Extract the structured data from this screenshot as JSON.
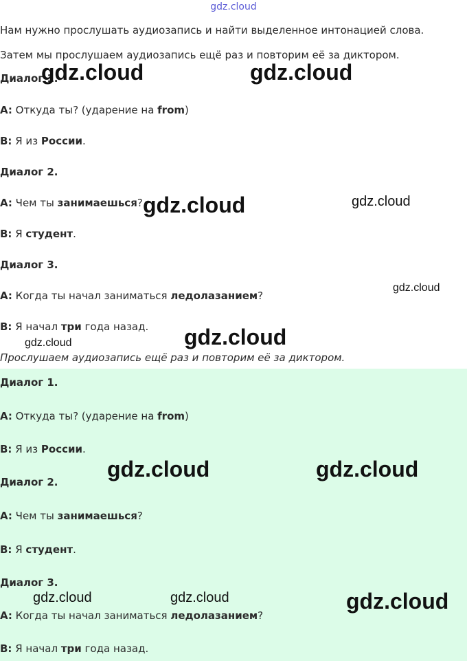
{
  "top_link": "gdz.cloud",
  "intro": {
    "line1": "Нам нужно прослушать аудиозапись и найти выделенное интонацией слова.",
    "line2": "Затем мы прослушаем аудиозапись ещё раз и повторим её за диктором."
  },
  "part1": {
    "d1_title": "Диалог 1.",
    "d1_a_label": "A:",
    "d1_a_text": "Откуда ты? (ударение на ",
    "d1_a_bold": "from",
    "d1_a_end": ")",
    "d1_b_label": "B:",
    "d1_b_text": "Я из ",
    "d1_b_bold": "России",
    "d1_b_end": ".",
    "d2_title": "Диалог 2.",
    "d2_a_label": "A:",
    "d2_a_text": "Чем ты ",
    "d2_a_bold": "занимаешься",
    "d2_a_end": "?",
    "d2_b_label": "B:",
    "d2_b_text": "Я ",
    "d2_b_bold": "студент",
    "d2_b_end": ".",
    "d3_title": "Диалог 3.",
    "d3_a_label": "A:",
    "d3_a_text": "Когда ты начал заниматься ",
    "d3_a_bold": "ледолазанием",
    "d3_a_end": "?",
    "d3_b_label": "B:",
    "d3_b_text": "Я начал ",
    "d3_b_bold": "три",
    "d3_b_end": " года назад."
  },
  "italic_note": "Прослушаем аудиозапись ещё раз и повторим её за диктором.",
  "part2": {
    "d1_title": "Диалог 1.",
    "d1_a_label": "A:",
    "d1_a_text": "Откуда ты? (ударение на ",
    "d1_a_bold": "from",
    "d1_a_end": ")",
    "d1_b_label": "B:",
    "d1_b_text": "Я из ",
    "d1_b_bold": "России",
    "d1_b_end": ".",
    "d2_title": "Диалог 2.",
    "d2_a_label": "A:",
    "d2_a_text": "Чем ты ",
    "d2_a_bold": "занимаешься",
    "d2_a_end": "?",
    "d2_b_label": "B:",
    "d2_b_text": "Я ",
    "d2_b_bold": "студент",
    "d2_b_end": ".",
    "d3_title": "Диалог 3.",
    "d3_a_label": "A:",
    "d3_a_text": "Когда ты начал заниматься ",
    "d3_a_bold": "ледолазанием",
    "d3_a_end": "?",
    "d3_b_label": "B:",
    "d3_b_text": "Я начал ",
    "d3_b_bold": "три",
    "d3_b_end": " года назад."
  },
  "watermark": "gdz.cloud"
}
